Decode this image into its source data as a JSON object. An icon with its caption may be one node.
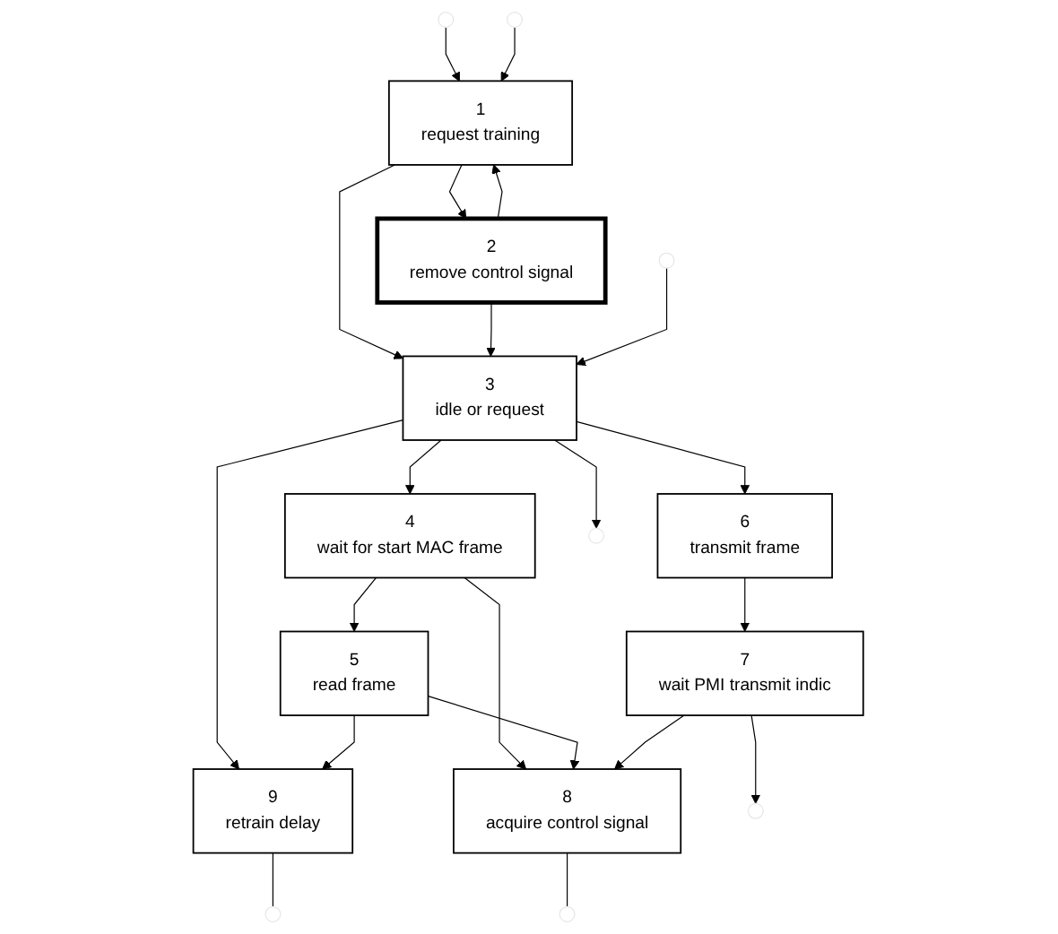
{
  "diagram": {
    "nodes": [
      {
        "text": [
          "1",
          "request training"
        ]
      },
      {
        "text": [
          "2",
          "remove control signal"
        ]
      },
      {
        "text": [
          "3",
          "idle or request"
        ]
      },
      {
        "text": [
          "4",
          "wait for start MAC frame"
        ]
      },
      {
        "text": [
          "5",
          "read frame"
        ]
      },
      {
        "text": [
          "6",
          "transmit frame"
        ]
      },
      {
        "text": [
          "7",
          "wait PMI transmit indic"
        ]
      },
      {
        "text": [
          "8",
          "acquire control signal"
        ]
      },
      {
        "text": [
          "9",
          "retrain delay"
        ]
      }
    ],
    "edges": [
      {
        "from": null,
        "to": 0,
        "arrow": "to"
      },
      {
        "from": null,
        "to": 0,
        "arrow": "to"
      },
      {
        "from": 1,
        "to": 0,
        "arrow": "to"
      },
      {
        "from": 0,
        "to": 1,
        "arrow": "to"
      },
      {
        "from": 0,
        "to": 2,
        "arrow": "to"
      },
      {
        "from": 1,
        "to": 2,
        "arrow": "to"
      },
      {
        "from": null,
        "to": 2,
        "arrow": "to"
      },
      {
        "from": 2,
        "to": null,
        "arrow": "to"
      },
      {
        "from": 2,
        "to": 8,
        "arrow": "to"
      },
      {
        "from": 2,
        "to": 3,
        "arrow": "to"
      },
      {
        "from": 2,
        "to": 5,
        "arrow": "to"
      },
      {
        "from": 3,
        "to": 4,
        "arrow": "to"
      },
      {
        "from": 3,
        "to": 7,
        "arrow": "to"
      },
      {
        "from": 5,
        "to": 6,
        "arrow": "to"
      },
      {
        "from": 4,
        "to": 8,
        "arrow": "to"
      },
      {
        "from": 4,
        "to": 7,
        "arrow": "to"
      },
      {
        "from": 6,
        "to": 7,
        "arrow": "to"
      },
      {
        "from": 6,
        "to": null,
        "arrow": "to"
      },
      {
        "from": 8,
        "to": null,
        "arrow": "none"
      },
      {
        "from": 7,
        "to": null,
        "arrow": "none"
      }
    ]
  }
}
